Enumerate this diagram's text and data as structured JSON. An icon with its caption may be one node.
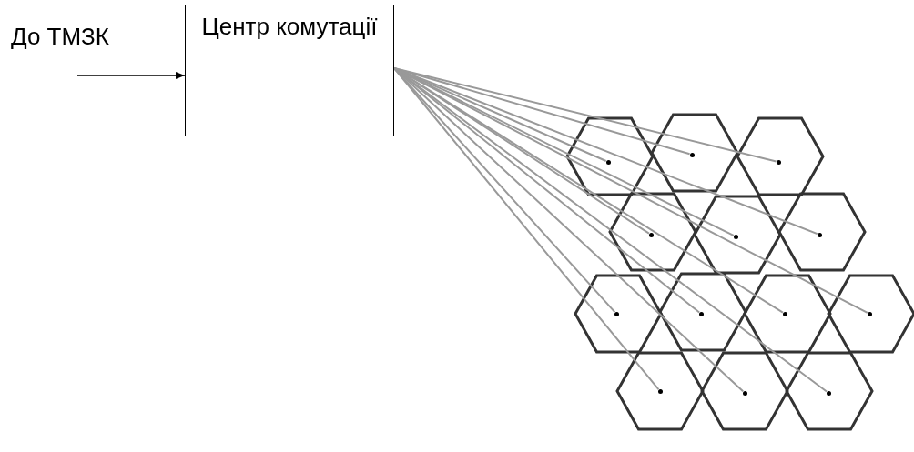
{
  "diagram": {
    "nodes": [
      {
        "text": [
          "Центр комутації"
        ]
      },
      {
        "text": [],
        "shape": "hexagon"
      },
      {
        "text": [],
        "shape": "dot",
        "in": 1
      },
      {
        "text": [],
        "shape": "hexagon"
      },
      {
        "text": [],
        "shape": "dot",
        "in": 3
      },
      {
        "text": [],
        "shape": "hexagon"
      },
      {
        "text": [],
        "shape": "dot",
        "in": 5
      },
      {
        "text": [],
        "shape": "hexagon"
      },
      {
        "text": [],
        "shape": "dot",
        "in": 7
      },
      {
        "text": [],
        "shape": "hexagon"
      },
      {
        "text": [],
        "shape": "dot",
        "in": 9
      },
      {
        "text": [],
        "shape": "hexagon"
      },
      {
        "text": [],
        "shape": "dot",
        "in": 11
      },
      {
        "text": [],
        "shape": "hexagon"
      },
      {
        "text": [],
        "shape": "dot",
        "in": 13
      },
      {
        "text": [],
        "shape": "hexagon"
      },
      {
        "text": [],
        "shape": "dot",
        "in": 15
      },
      {
        "text": [],
        "shape": "hexagon"
      },
      {
        "text": [],
        "shape": "dot",
        "in": 17
      },
      {
        "text": [],
        "shape": "hexagon"
      },
      {
        "text": [],
        "shape": "dot",
        "in": 19
      },
      {
        "text": [],
        "shape": "hexagon"
      },
      {
        "text": [],
        "shape": "dot",
        "in": 21
      },
      {
        "text": [],
        "shape": "hexagon"
      },
      {
        "text": [],
        "shape": "dot",
        "in": 23
      },
      {
        "text": [],
        "shape": "hexagon"
      },
      {
        "text": [],
        "shape": "dot",
        "in": 25
      }
    ],
    "edges": [
      {
        "from": null,
        "to": 0,
        "arrow": "to",
        "label": "До ТМЗК",
        "color": "#000000"
      },
      {
        "from": 0,
        "to": 2,
        "arrow": "none"
      },
      {
        "from": 0,
        "to": 4,
        "arrow": "none"
      },
      {
        "from": 0,
        "to": 6,
        "arrow": "none"
      },
      {
        "from": 0,
        "to": 8,
        "arrow": "none"
      },
      {
        "from": 0,
        "to": 10,
        "arrow": "none"
      },
      {
        "from": 0,
        "to": 12,
        "arrow": "none"
      },
      {
        "from": 0,
        "to": 14,
        "arrow": "none"
      },
      {
        "from": 0,
        "to": 16,
        "arrow": "none"
      },
      {
        "from": 0,
        "to": 18,
        "arrow": "none"
      },
      {
        "from": 0,
        "to": 20,
        "arrow": "none"
      },
      {
        "from": 0,
        "to": 22,
        "arrow": "none"
      },
      {
        "from": 0,
        "to": 24,
        "arrow": "none"
      },
      {
        "from": 0,
        "to": 26,
        "arrow": "none"
      }
    ]
  }
}
